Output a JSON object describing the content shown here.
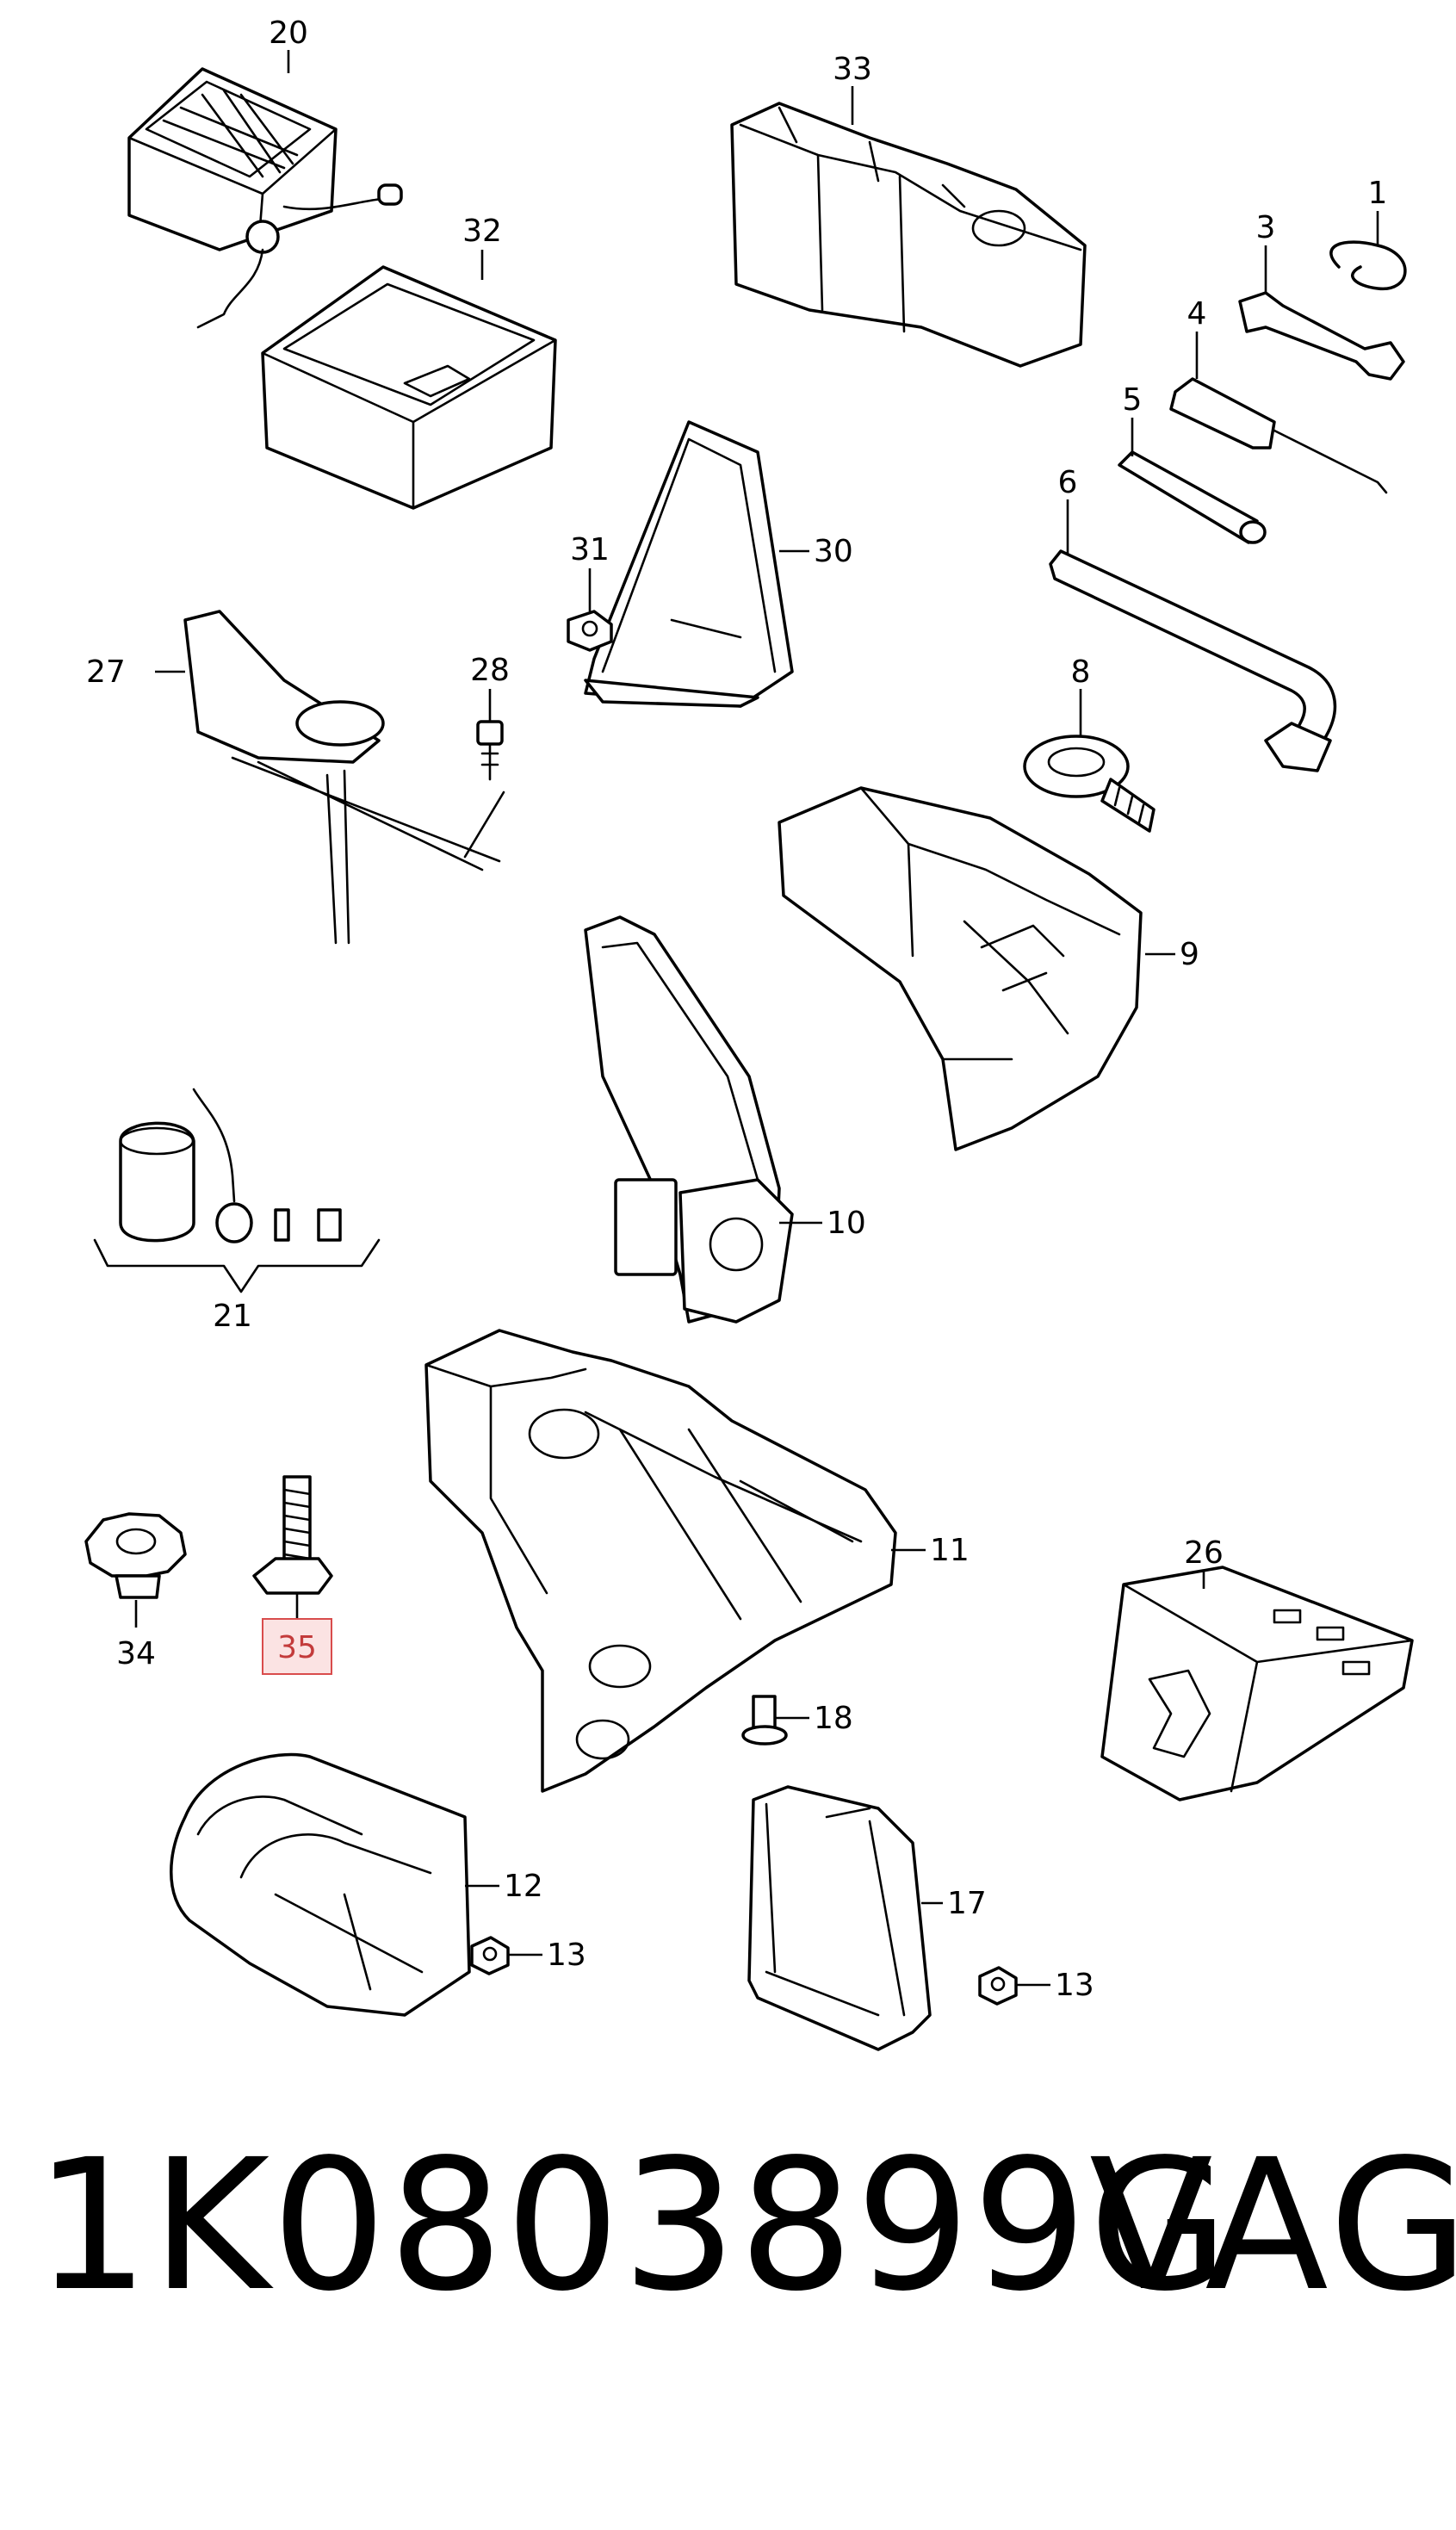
{
  "callouts": {
    "c1": "1",
    "c3": "3",
    "c4": "4",
    "c5": "5",
    "c6": "6",
    "c8": "8",
    "c9": "9",
    "c10": "10",
    "c11": "11",
    "c12": "12",
    "c13a": "13",
    "c13b": "13",
    "c17": "17",
    "c18": "18",
    "c20": "20",
    "c21": "21",
    "c26": "26",
    "c27": "27",
    "c28": "28",
    "c30": "30",
    "c31": "31",
    "c32": "32",
    "c33": "33",
    "c34": "34",
    "c35": "35"
  },
  "highlighted_callout": "35",
  "footer": {
    "part_number": "1K0803899G",
    "brand": "VAG"
  },
  "colors": {
    "line": "#000000",
    "highlight_fill": "#fbe3e3",
    "highlight_border": "#d94c4c",
    "highlight_text": "#c33b3b"
  }
}
